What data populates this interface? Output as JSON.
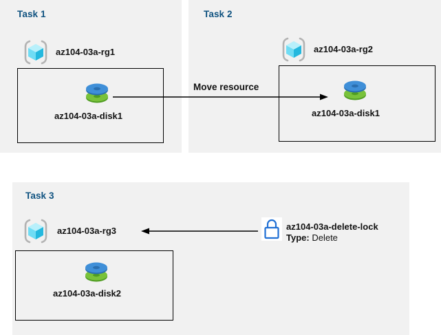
{
  "diagram": {
    "title_color": "#0f5280",
    "panel_bg": "#f1f1f1",
    "page_bg": "#ffffff",
    "panels": [
      {
        "id": "task1",
        "title": "Task 1",
        "resource_group": {
          "icon": "resource-group-cube-icon",
          "label": "az104-03a-rg1"
        },
        "resource": {
          "icon": "managed-disk-icon",
          "label": "az104-03a-disk1"
        }
      },
      {
        "id": "task2",
        "title": "Task 2",
        "resource_group": {
          "icon": "resource-group-cube-icon",
          "label": "az104-03a-rg2"
        },
        "resource": {
          "icon": "managed-disk-icon",
          "label": "az104-03a-disk1"
        }
      },
      {
        "id": "task3",
        "title": "Task 3",
        "resource_group": {
          "icon": "resource-group-cube-icon",
          "label": "az104-03a-rg3"
        },
        "resource": {
          "icon": "managed-disk-icon",
          "label": "az104-03a-disk2"
        }
      }
    ],
    "connectors": [
      {
        "id": "move-resource",
        "label": "Move resource",
        "direction": "right",
        "from": "az104-03a-disk1 (Task 1)",
        "to": "az104-03a-disk1 (Task 2)"
      },
      {
        "id": "delete-lock-applies-to-rg3",
        "label": "",
        "direction": "left",
        "from": "az104-03a-delete-lock",
        "to": "az104-03a-rg3"
      }
    ],
    "lock": {
      "icon": "lock-icon",
      "name": "az104-03a-delete-lock",
      "type_key": "Type:",
      "type_value": "Delete",
      "icon_color": "#1f6fd4"
    },
    "icon_colors": {
      "cube_light": "#9ce9f7",
      "cube_mid": "#45cdeb",
      "cube_dark": "#1fb6d9",
      "bracket": "#b3b3b3",
      "disk_blue": "#3f8fd8",
      "disk_green": "#6bb52f"
    }
  }
}
